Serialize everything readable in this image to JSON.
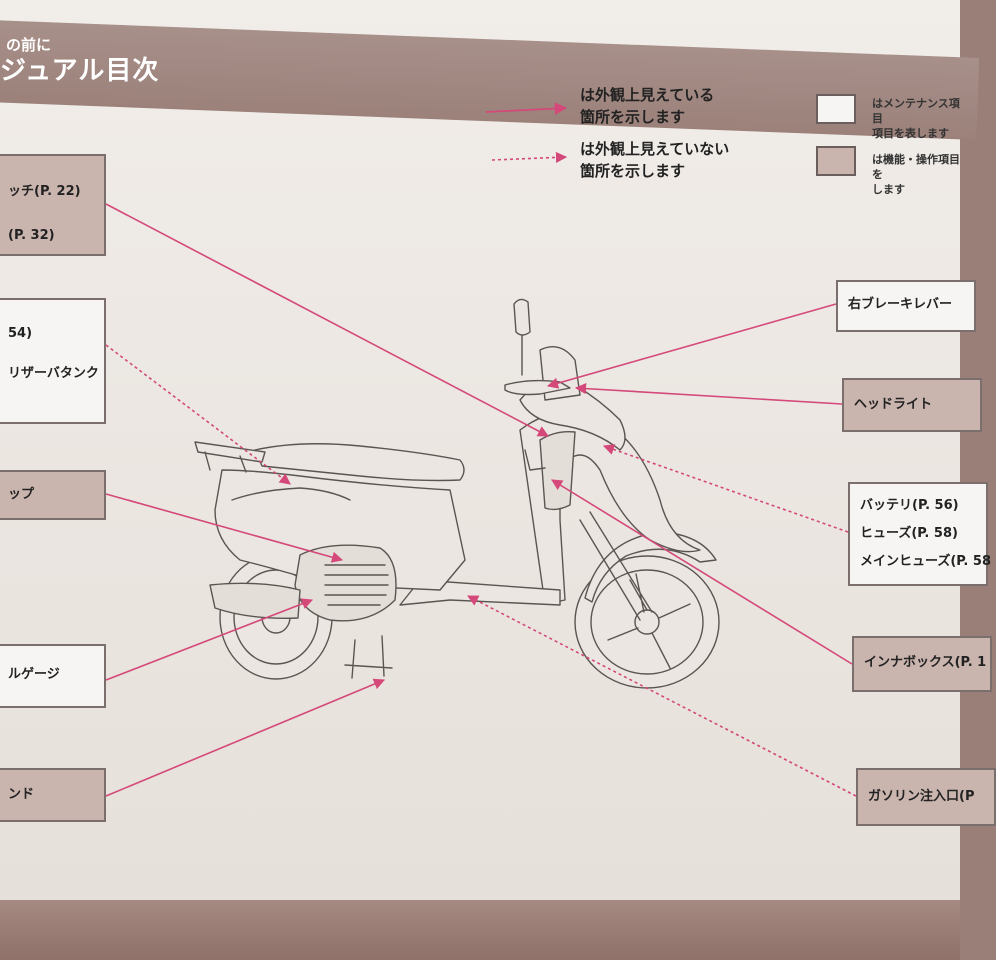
{
  "header": {
    "subtitle": "の前に",
    "title": "ジュアル目次"
  },
  "legend": {
    "visible_arrow_text": [
      "は外観上見えている",
      "箇所を示します"
    ],
    "hidden_arrow_text": [
      "は外観上見えていない",
      "箇所を示します"
    ],
    "maintenance_box_text": [
      "はメンテナンス項目",
      "項目を表します"
    ],
    "operation_box_text": [
      "は機能・操作項目を",
      "します"
    ],
    "colors": {
      "arrow": "#d4487a",
      "operation_box": "#c9b4ae",
      "maintenance_box": "#f7f5f3"
    }
  },
  "left_labels": [
    {
      "lines": [
        "ッチ(P. 22)",
        "(P. 32)"
      ],
      "kind": "operation"
    },
    {
      "lines": [
        "54)",
        "リザーバタンク"
      ],
      "kind": "maintenance"
    },
    {
      "lines": [
        "ップ"
      ],
      "kind": "operation"
    },
    {
      "lines": [
        "ルゲージ"
      ],
      "kind": "maintenance"
    },
    {
      "lines": [
        "ンド"
      ],
      "kind": "operation"
    }
  ],
  "right_labels": [
    {
      "lines": [
        "右ブレーキレバー"
      ],
      "kind": "maintenance"
    },
    {
      "lines": [
        "ヘッドライト"
      ],
      "kind": "operation"
    },
    {
      "lines": [
        "バッテリ(P. 56)",
        "ヒューズ(P. 58)",
        "メインヒューズ(P. 58"
      ],
      "kind": "maintenance"
    },
    {
      "lines": [
        "インナボックス(P. 1"
      ],
      "kind": "operation"
    },
    {
      "lines": [
        "ガソリン注入口(P"
      ],
      "kind": "operation"
    }
  ]
}
